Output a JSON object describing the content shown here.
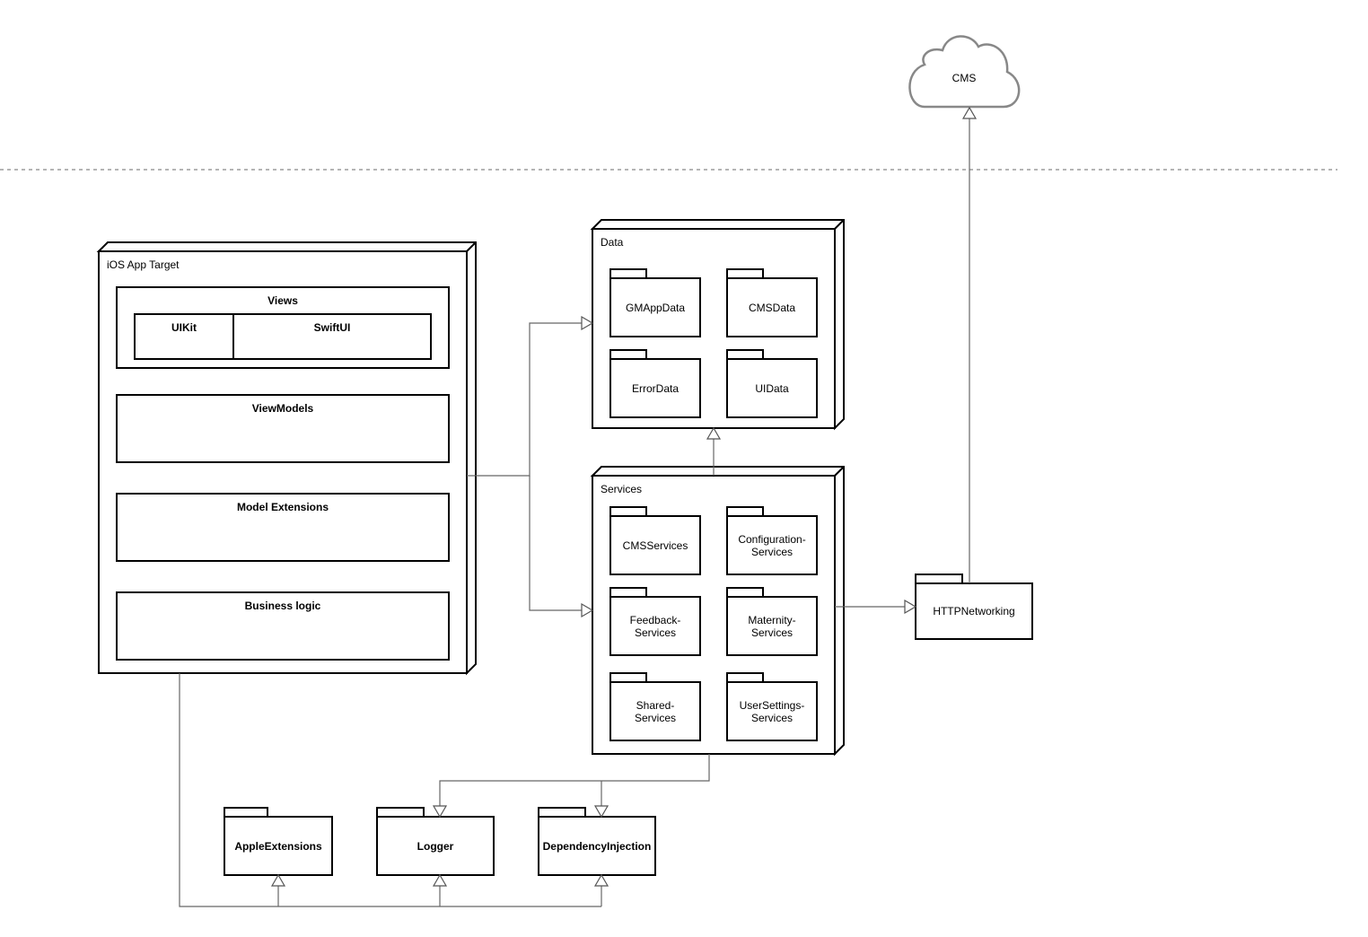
{
  "cloud": {
    "label": "CMS"
  },
  "app_target": {
    "title": "iOS App Target",
    "views": {
      "title": "Views",
      "uikit": "UIKit",
      "swiftui": "SwiftUI"
    },
    "viewmodels": "ViewModels",
    "model_extensions": "Model Extensions",
    "business_logic": "Business logic"
  },
  "data_node": {
    "title": "Data",
    "packages": [
      "GMAppData",
      "CMSData",
      "ErrorData",
      "UIData"
    ]
  },
  "services_node": {
    "title": "Services",
    "packages": [
      [
        "CMSServices"
      ],
      [
        "Configuration-",
        "Services"
      ],
      [
        "Feedback-",
        "Services"
      ],
      [
        "Maternity-",
        "Services"
      ],
      [
        "Shared-",
        "Services"
      ],
      [
        "UserSettings-",
        "Services"
      ]
    ]
  },
  "networking": {
    "label": "HTTPNetworking"
  },
  "bottom_packages": {
    "apple_extensions": "AppleExtensions",
    "logger": "Logger",
    "dependency_injection": "DependencyInjection"
  }
}
